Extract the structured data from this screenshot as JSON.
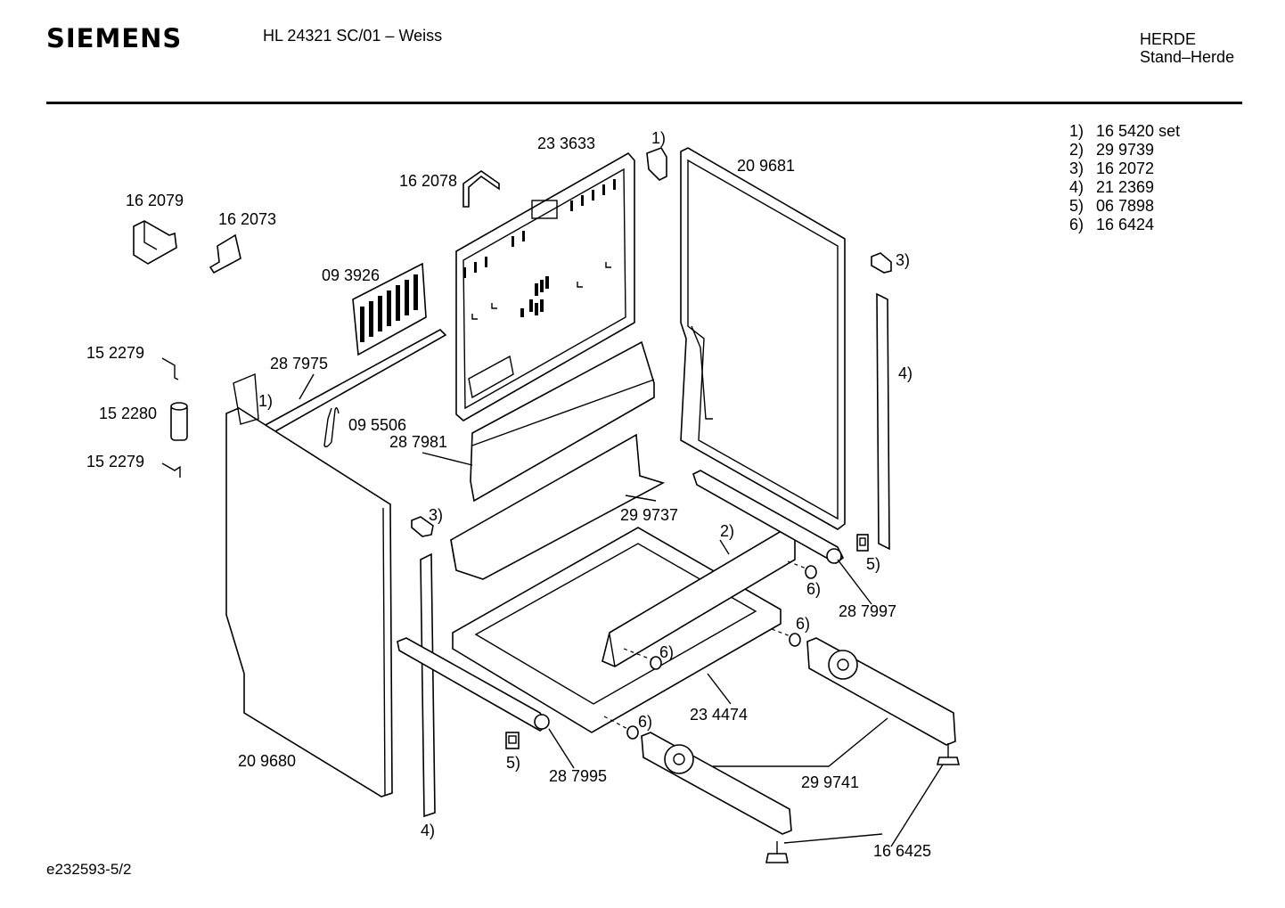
{
  "header": {
    "brand": "SIEMENS",
    "model": "HL 24321 SC/01 – Weiss",
    "category_line1": "HERDE",
    "category_line2": "Stand–Herde"
  },
  "legend": [
    {
      "key": "1)",
      "value": "16 5420 set"
    },
    {
      "key": "2)",
      "value": "29 9739"
    },
    {
      "key": "3)",
      "value": "16 2072"
    },
    {
      "key": "4)",
      "value": "21 2369"
    },
    {
      "key": "5)",
      "value": "06 7898"
    },
    {
      "key": "6)",
      "value": "16 6424"
    }
  ],
  "footer": {
    "code": "e232593-5/2"
  },
  "parts": {
    "p233633": "23 3633",
    "p209681": "20 9681",
    "p162078": "16 2078",
    "p162079": "16 2079",
    "p162073": "16 2073",
    "p093926": "09 3926",
    "p152279a": "15 2279",
    "p152280": "15 2280",
    "p152279b": "15 2279",
    "p287975": "28 7975",
    "p095506": "09 5506",
    "p287981": "28 7981",
    "p299737": "29 9737",
    "p287997": "28 7997",
    "p234474": "23 4474",
    "p209680": "20 9680",
    "p287995": "28 7995",
    "p299741": "29 9741",
    "p166425": "16 6425"
  },
  "callouts": {
    "c1_top": "1)",
    "c1_left": "1)",
    "c3_right": "3)",
    "c3_left": "3)",
    "c4_right": "4)",
    "c4_left": "4)",
    "c2": "2)",
    "c5_right": "5)",
    "c5_left": "5)",
    "c6_a": "6)",
    "c6_b": "6)",
    "c6_c": "6)",
    "c6_d": "6)"
  }
}
